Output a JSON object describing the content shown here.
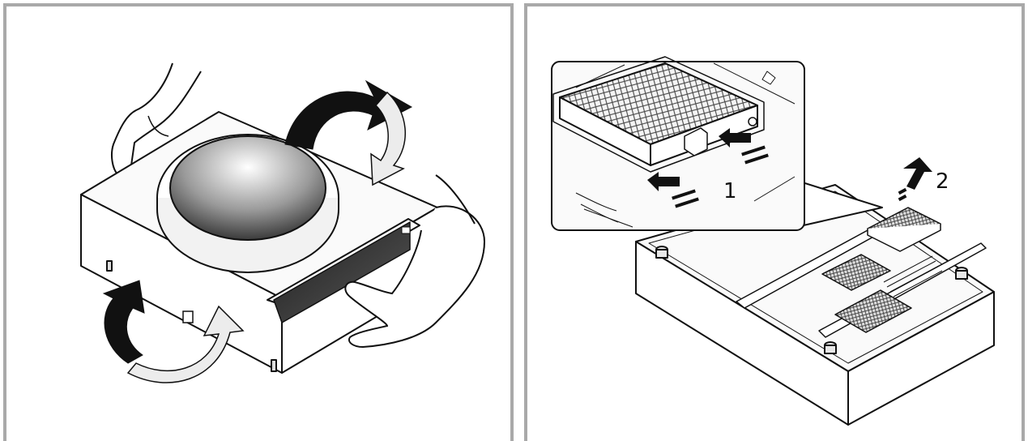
{
  "panels": {
    "left": {
      "name": "flip-appliance-panel"
    },
    "right": {
      "name": "remove-filters-panel"
    }
  },
  "steps": {
    "one": "1",
    "two": "2"
  },
  "colors": {
    "frame": "#a9a9a9",
    "line": "#111111",
    "arrow_dark": "#111111",
    "arrow_light": "#e6e6e6",
    "mesh": "#444444"
  }
}
